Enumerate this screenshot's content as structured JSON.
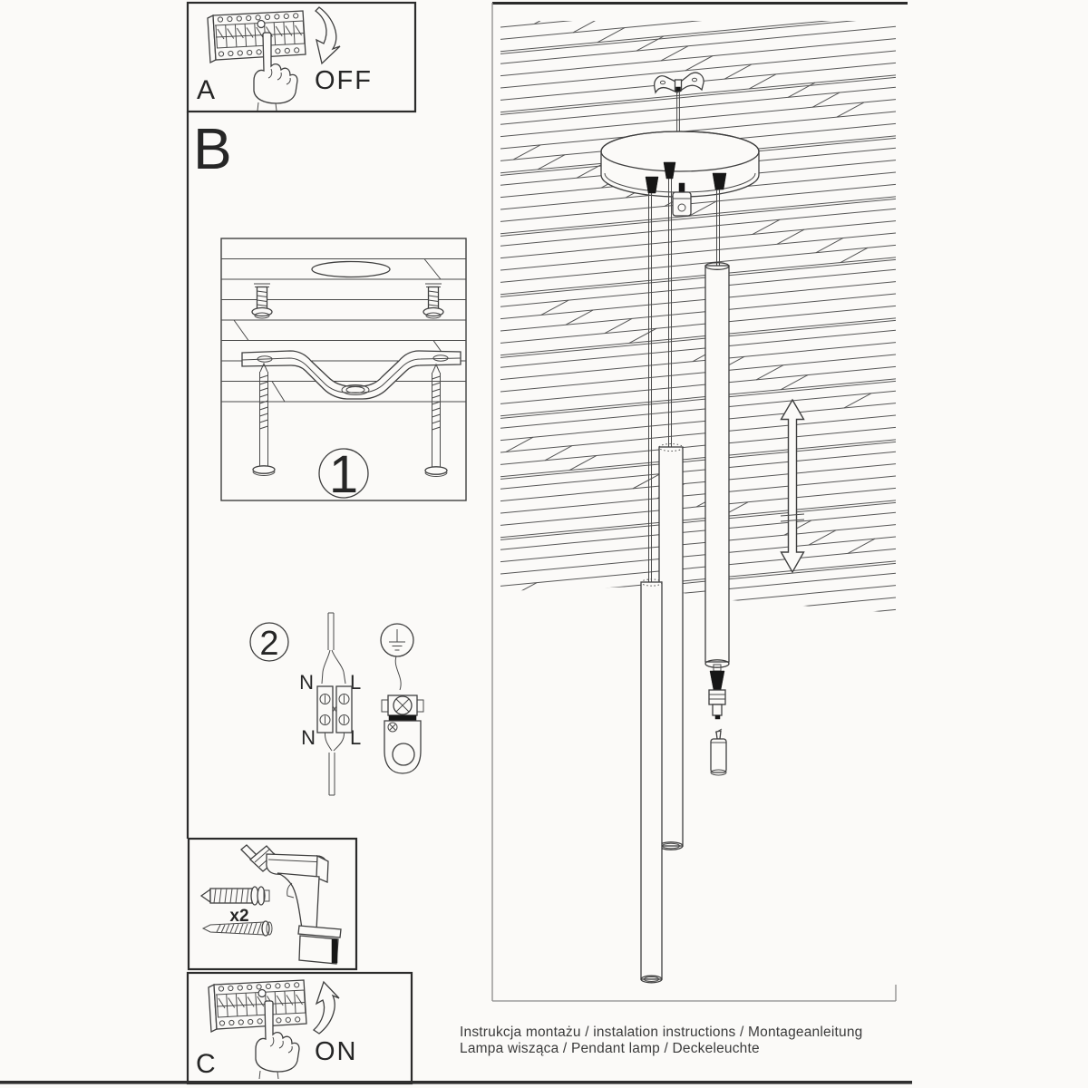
{
  "page": {
    "paper_color": "#fbfaf8",
    "ink_color": "#3f3f3f",
    "connector_black": "#161616"
  },
  "panels": {
    "a": {
      "label": "A",
      "switch_state": "OFF"
    },
    "b": {
      "label": "B"
    },
    "c": {
      "label": "C",
      "switch_state": "ON"
    }
  },
  "steps": {
    "step1": {
      "number": "1"
    },
    "step2": {
      "number": "2",
      "neutral_label": "N",
      "live_label": "L"
    }
  },
  "hardware": {
    "anchor_quantity": "x2"
  },
  "footer": {
    "line1": "Instrukcja montażu / instalation instructions / Montageanleitung",
    "line2": "Lampa wisząca / Pendant lamp / Deckeleuchte"
  }
}
